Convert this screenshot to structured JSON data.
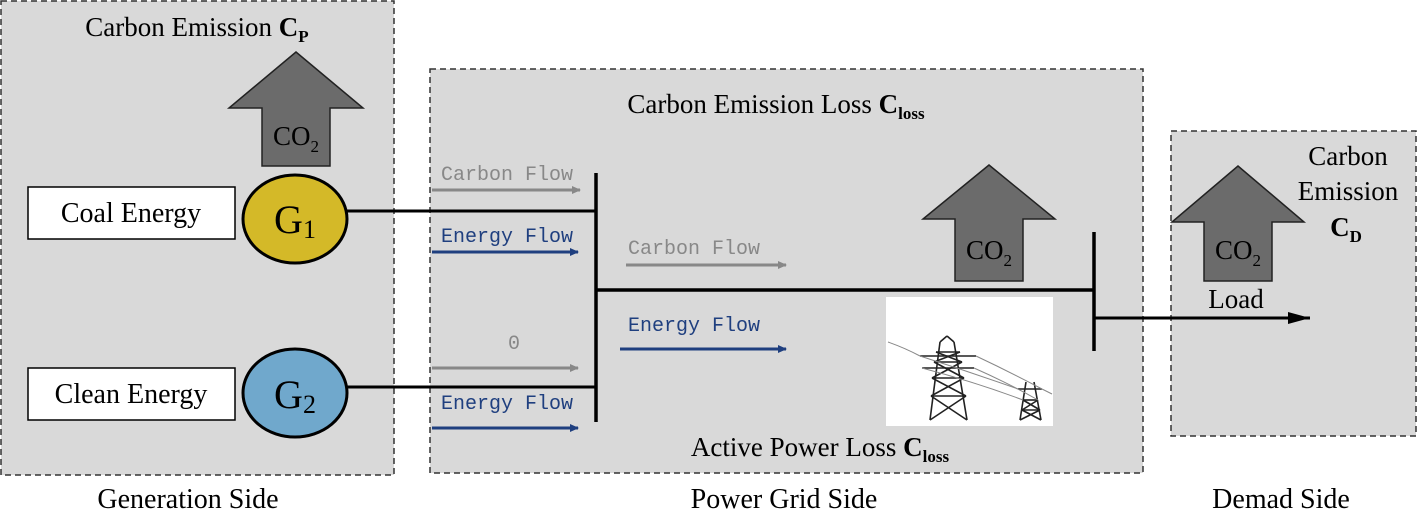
{
  "generation": {
    "title": "Carbon Emission ",
    "title_sym": "C",
    "title_sub": "P",
    "co2": "CO",
    "co2_sub": "2",
    "coal_label": "Coal Energy",
    "clean_label": "Clean Energy",
    "g1": "G",
    "g1_sub": "1",
    "g2": "G",
    "g2_sub": "2",
    "side_label": "Generation Side",
    "coal_color": "#d4b928",
    "clean_color": "#70a8cc"
  },
  "grid": {
    "title": "Carbon Emission Loss ",
    "title_sym": "C",
    "title_sub": "loss",
    "carbon_flow_1": "Carbon Flow",
    "energy_flow_1": "Energy Flow",
    "zero_flow": "0",
    "energy_flow_2": "Energy Flow",
    "carbon_flow_3": "Carbon Flow",
    "energy_flow_3": "Energy Flow",
    "co2": "CO",
    "co2_sub": "2",
    "active_loss": "Active Power Loss ",
    "active_sym": "C",
    "active_sub": "loss",
    "side_label": "Power Grid Side"
  },
  "demand": {
    "title_line1": "Carbon",
    "title_line2": "Emission",
    "title_sym": "C",
    "title_sub": "D",
    "co2": "CO",
    "co2_sub": "2",
    "load": "Load",
    "side_label": "Demad Side"
  },
  "colors": {
    "panel": "#d9d9d9",
    "arrow_gray": "#6b6b6b",
    "carbon_flow": "#888888",
    "energy_flow": "#1f3f7f"
  }
}
